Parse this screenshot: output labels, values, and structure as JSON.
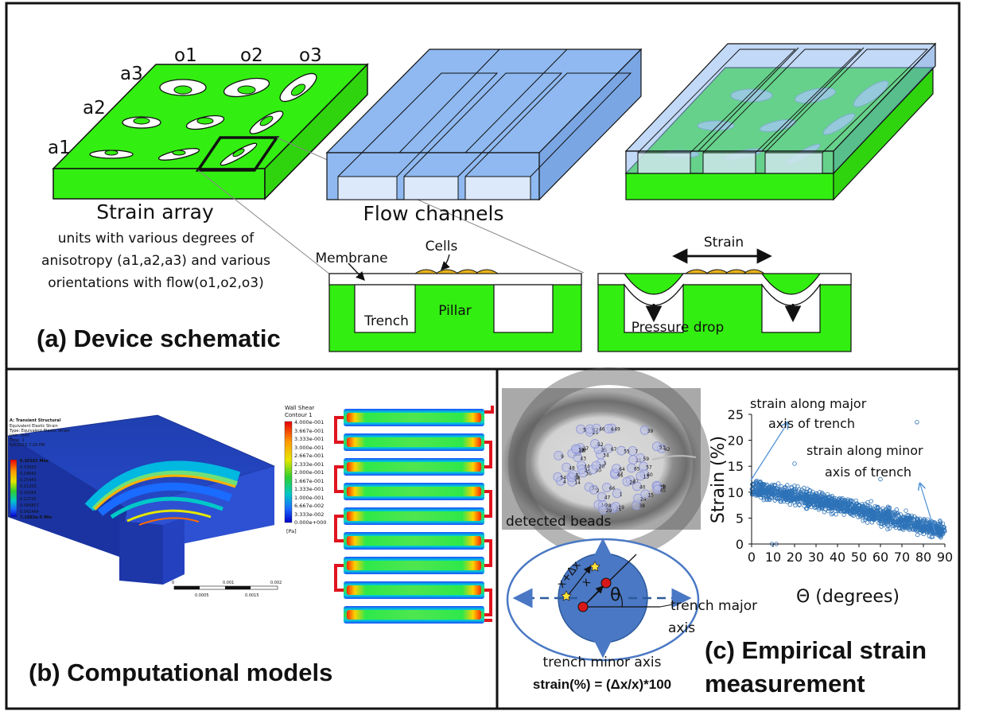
{
  "panel_a": {
    "caption": "(a) Device schematic",
    "array_row_labels": [
      "a1",
      "a2",
      "a3"
    ],
    "array_col_labels": [
      "o1",
      "o2",
      "o3"
    ],
    "strain_array_title": "Strain array",
    "strain_array_desc": [
      "units with various degrees of",
      "anisotropy (a1,a2,a3) and various",
      "orientations with flow(o1,o2,o3)"
    ],
    "flow_channels_title": "Flow channels",
    "membrane_label": "Membrane",
    "cells_label": "Cells",
    "trench_label": "Trench",
    "pillar_label": "Pillar",
    "strain_label": "Strain",
    "pressure_drop_label": "Pressure drop",
    "colors": {
      "green": "#33ee11",
      "blue": "#8fb9f0",
      "cell": "#e8b21c"
    }
  },
  "panel_b": {
    "caption": "(b) Computational models",
    "fea_header": [
      "A: Transient Structural",
      "Equivalent Elastic Strain",
      "Type: Equivalent Elastic Strain",
      "Unit: m/m",
      "Time: 1",
      "5/6/2015 7:20 PM"
    ],
    "fea_legend": [
      "0.30161 Max",
      "0.33923",
      "0.29682",
      "0.25443",
      "0.21203",
      "0.16964",
      "0.12725",
      "0.084857",
      "0.042464",
      "7.1082e-5 Min"
    ],
    "fea_scale": [
      "0",
      "0.0005",
      "0.001",
      "0.0015",
      "0.002"
    ],
    "cfd_title": [
      "Wall Shear",
      "Contour 1"
    ],
    "cfd_legend": [
      "4.000e-001",
      "3.667e-001",
      "3.333e-001",
      "3.000e-001",
      "2.667e-001",
      "2.333e-001",
      "2.000e-001",
      "1.667e-001",
      "1.333e-001",
      "1.000e-001",
      "6.667e-002",
      "3.333e-002",
      "0.000e+000"
    ],
    "cfd_unit": "[Pa]"
  },
  "panel_c": {
    "caption_line1": "(c) Empirical strain",
    "caption_line2": "measurement",
    "beads_label": "detected beads",
    "bead_ids": [
      "48",
      "37",
      "50",
      "56",
      "17",
      "16",
      "34",
      "44",
      "35",
      "33",
      "61",
      "42",
      "40",
      "31",
      "14",
      "52",
      "38",
      "36",
      "43",
      "24",
      "32",
      "10",
      "21",
      "34",
      "27",
      "49",
      "26",
      "30",
      "60",
      "25",
      "59",
      "58",
      "4",
      "8",
      "66",
      "67",
      "28",
      "39",
      "53",
      "6",
      "3",
      "2",
      "1",
      "63",
      "29",
      "57",
      "18",
      "45",
      "54",
      "12",
      "15",
      "7",
      "65",
      "46",
      "5",
      "19",
      "22",
      "64",
      "9",
      "55",
      "20",
      "47",
      "13"
    ],
    "x_plus_dx": "x+Δx",
    "x_label": "x",
    "theta_label": "θ",
    "major_axis_label": [
      "trench major",
      "axis"
    ],
    "minor_axis_label": "trench minor axis",
    "formula": "strain(%) = (Δx/x)*100",
    "annotation_major": [
      "strain along major",
      "axis of trench"
    ],
    "annotation_minor": [
      "strain along minor",
      "axis of trench"
    ]
  },
  "chart_data": {
    "type": "scatter",
    "xlabel": "Θ (degrees)",
    "ylabel": "Strain (%)",
    "xlim": [
      0,
      90
    ],
    "ylim": [
      0,
      25
    ],
    "xticks": [
      0,
      10,
      20,
      30,
      40,
      50,
      60,
      70,
      80,
      90
    ],
    "yticks": [
      0,
      5,
      10,
      15,
      20,
      25
    ],
    "trend": {
      "x": [
        0,
        10,
        20,
        30,
        40,
        50,
        60,
        70,
        80,
        90
      ],
      "y": [
        10.5,
        10.0,
        9.3,
        8.4,
        7.5,
        6.5,
        5.5,
        4.5,
        3.3,
        2.5
      ]
    },
    "outliers": {
      "x": [
        77,
        9.5,
        11.5,
        20,
        60
      ],
      "y": [
        23.5,
        0,
        0,
        15.5,
        12.5
      ]
    },
    "marker_color": "#2e73b8"
  }
}
